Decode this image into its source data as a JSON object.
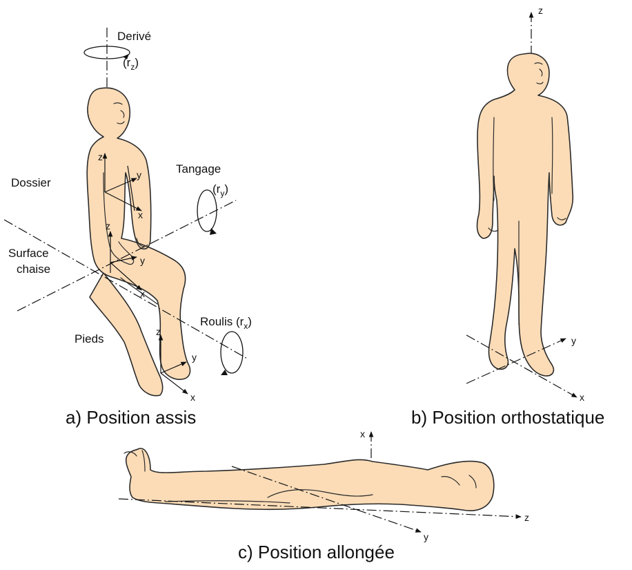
{
  "panels": {
    "seated": {
      "caption": "a) Position assis",
      "labels": {
        "yaw": "Derivé",
        "yaw_symbol": "(r",
        "yaw_sub": "z",
        "pitch": "Tangage",
        "pitch_symbol": "(r",
        "pitch_sub": "y",
        "roll": "Roulis (r",
        "roll_sub": "x",
        "backrest": "Dossier",
        "seat_1": "Surface",
        "seat_2": "chaise",
        "feet": "Pieds"
      },
      "axes": {
        "x": "x",
        "y": "y",
        "z": "z"
      }
    },
    "standing": {
      "caption": "b) Position orthostatique",
      "axes": {
        "x": "x",
        "y": "y",
        "z": "z"
      }
    },
    "lying": {
      "caption": "c) Position allongée",
      "axes": {
        "x": "x",
        "y": "y",
        "z": "z"
      }
    }
  },
  "colors": {
    "skin": "#fbdcb7",
    "outline": "#2a2a2a",
    "text": "#111111"
  },
  "icons": [
    "rotation-arrow-icon"
  ]
}
